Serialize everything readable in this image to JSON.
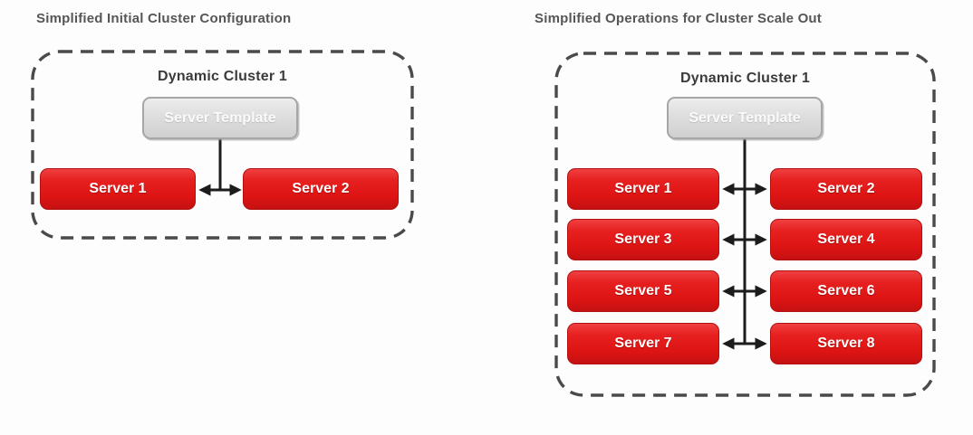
{
  "diagrams": {
    "initial": {
      "title": "Simplified Initial Cluster Configuration",
      "cluster_label": "Dynamic Cluster 1",
      "template_label": "Server Template",
      "servers": [
        "Server 1",
        "Server 2"
      ]
    },
    "scale_out": {
      "title": "Simplified Operations for Cluster Scale Out",
      "cluster_label": "Dynamic Cluster 1",
      "template_label": "Server Template",
      "servers": [
        "Server 1",
        "Server 2",
        "Server 3",
        "Server 4",
        "Server 5",
        "Server 6",
        "Server 7",
        "Server 8"
      ]
    }
  },
  "colors": {
    "server_fill": "#e11d1d",
    "server_border": "#b01010",
    "server_text": "#ffffff",
    "template_fill": "#d9d9d9",
    "template_border": "#a6a6a6",
    "template_text": "#fafafa",
    "cluster_dashed_border": "#4a4a4a",
    "connector": "#1c1c1c",
    "title_text": "#565656",
    "background": "#fdfdfd"
  }
}
